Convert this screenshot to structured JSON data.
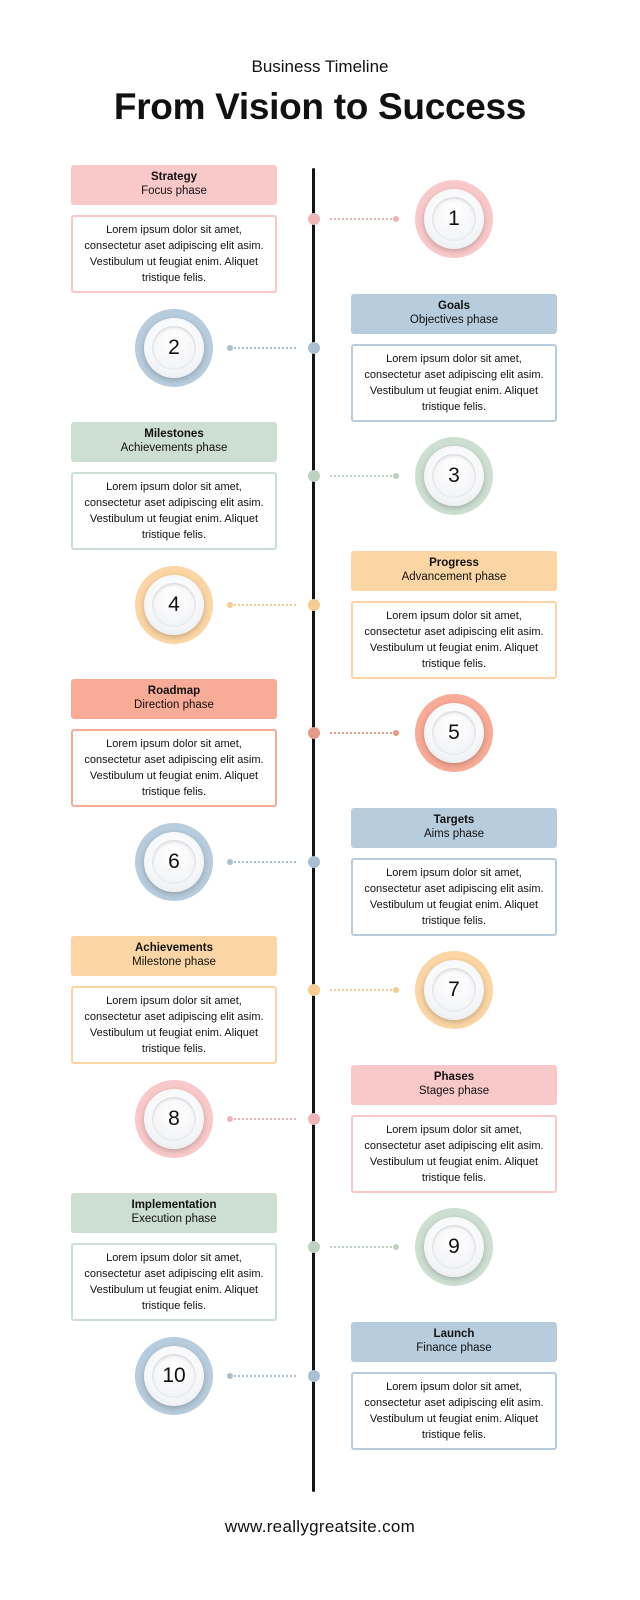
{
  "header": {
    "subtitle": "Business Timeline",
    "title": "From Vision to Success"
  },
  "footer": {
    "website": "www.reallygreatsite.com"
  },
  "colors": {
    "pink": "#f9c9c9",
    "blue": "#b7ccdc",
    "green": "#cddfd2",
    "orange": "#fbd6a4",
    "coral": "#f8ab96",
    "line": "#141414"
  },
  "phases": [
    {
      "number": "1",
      "title": "Strategy",
      "subtitle": "Focus phase",
      "description": "Lorem ipsum dolor sit amet, consectetur aset adipiscing elit asim. Vestibulum ut feugiat enim. Aliquet tristique felis.",
      "color": "pink"
    },
    {
      "number": "2",
      "title": "Goals",
      "subtitle": "Objectives phase",
      "description": "Lorem ipsum dolor sit amet, consectetur aset adipiscing elit asim. Vestibulum ut feugiat enim. Aliquet tristique felis.",
      "color": "blue"
    },
    {
      "number": "3",
      "title": "Milestones",
      "subtitle": "Achievements phase",
      "description": "Lorem ipsum dolor sit amet, consectetur aset adipiscing elit asim. Vestibulum ut feugiat enim. Aliquet tristique felis.",
      "color": "green"
    },
    {
      "number": "4",
      "title": "Progress",
      "subtitle": "Advancement phase",
      "description": "Lorem ipsum dolor sit amet, consectetur aset adipiscing elit asim. Vestibulum ut feugiat enim. Aliquet tristique felis.",
      "color": "orange"
    },
    {
      "number": "5",
      "title": "Roadmap",
      "subtitle": "Direction phase",
      "description": "Lorem ipsum dolor sit amet, consectetur aset adipiscing elit asim. Vestibulum ut feugiat enim. Aliquet tristique felis.",
      "color": "coral"
    },
    {
      "number": "6",
      "title": "Targets",
      "subtitle": "Aims phase",
      "description": "Lorem ipsum dolor sit amet, consectetur aset adipiscing elit asim. Vestibulum ut feugiat enim. Aliquet tristique felis.",
      "color": "blue"
    },
    {
      "number": "7",
      "title": "Achievements",
      "subtitle": "Milestone phase",
      "description": "Lorem ipsum dolor sit amet, consectetur aset adipiscing elit asim. Vestibulum ut feugiat enim. Aliquet tristique felis.",
      "color": "orange"
    },
    {
      "number": "8",
      "title": "Phases",
      "subtitle": "Stages phase",
      "description": "Lorem ipsum dolor sit amet, consectetur aset adipiscing elit asim. Vestibulum ut feugiat enim. Aliquet tristique felis.",
      "color": "pink"
    },
    {
      "number": "9",
      "title": "Implementation",
      "subtitle": "Execution phase",
      "description": "Lorem ipsum dolor sit amet, consectetur aset adipiscing elit asim. Vestibulum ut feugiat enim. Aliquet tristique felis.",
      "color": "green"
    },
    {
      "number": "10",
      "title": "Launch",
      "subtitle": "Finance phase",
      "description": "Lorem ipsum dolor sit amet, consectetur aset adipiscing elit asim. Vestibulum ut feugiat enim. Aliquet tristique felis.",
      "color": "blue"
    }
  ]
}
